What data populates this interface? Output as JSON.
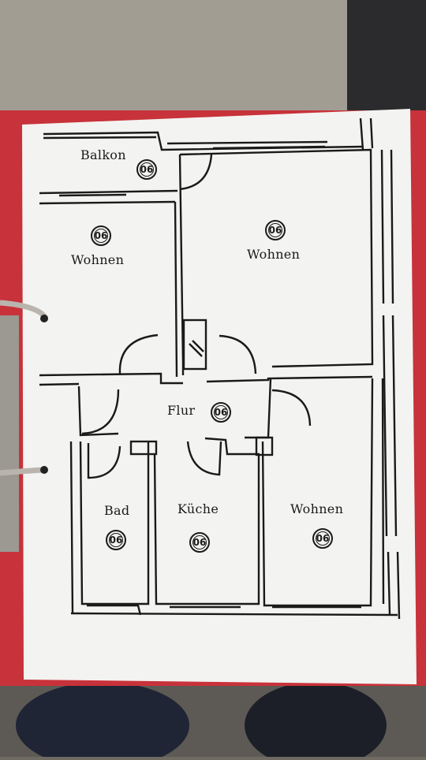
{
  "floor_plan": {
    "rooms": [
      {
        "id": "balkon",
        "label": "Balkon",
        "number": "06"
      },
      {
        "id": "wohnen-left",
        "label": "Wohnen",
        "number": "06"
      },
      {
        "id": "wohnen-top",
        "label": "Wohnen",
        "number": "06"
      },
      {
        "id": "flur",
        "label": "Flur",
        "number": "06"
      },
      {
        "id": "bad",
        "label": "Bad",
        "number": "06"
      },
      {
        "id": "kueche",
        "label": "Küche",
        "number": "06"
      },
      {
        "id": "wohnen-right",
        "label": "Wohnen",
        "number": "06"
      }
    ]
  },
  "colors": {
    "table": "#9a958c",
    "binder": "#c8323a",
    "paper": "#f3f3f1",
    "ink": "#1a1a1a",
    "floor": "#1f2330"
  }
}
